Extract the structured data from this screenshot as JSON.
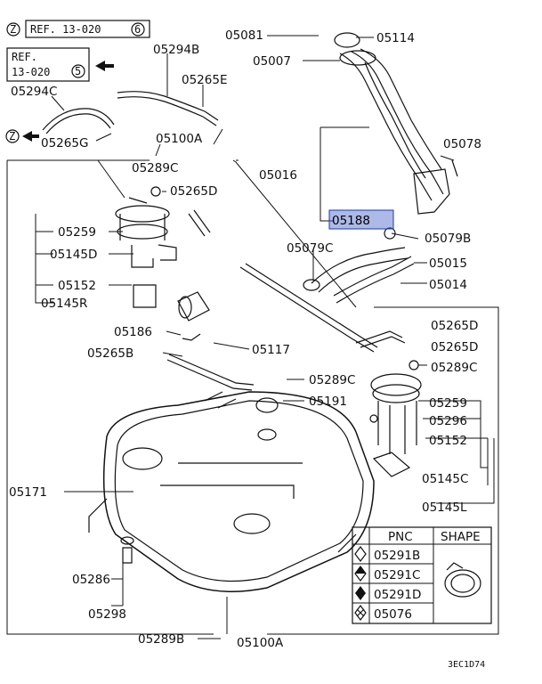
{
  "refs": {
    "z_symbol": "Z",
    "ref_top": {
      "text": "REF. 13-020",
      "num": "6"
    },
    "ref_left": {
      "line1": "REF.",
      "line2": "13-020",
      "num": "5"
    }
  },
  "labels": {
    "l05081": "05081",
    "l05114": "05114",
    "l05007": "05007",
    "l05294B": "05294B",
    "l05294C": "05294C",
    "l05265E": "05265E",
    "l05265G": "05265G",
    "l05100A_top": "05100A",
    "l05078": "05078",
    "l05016": "05016",
    "l05289C_a": "05289C",
    "l05265D_a": "05265D",
    "l05188": "05188",
    "l05079B": "05079B",
    "l05079C": "05079C",
    "l05015": "05015",
    "l05014": "05014",
    "l05259_a": "05259",
    "l05145D": "05145D",
    "l05152_a": "05152",
    "l05145R": "05145R",
    "l05186": "05186",
    "l05117": "05117",
    "l05265B": "05265B",
    "l05265D_b": "05265D",
    "l05265D_c": "05265D",
    "l05289C_b": "05289C",
    "l05289C_c": "05289C",
    "l05191": "05191",
    "l05259_b": "05259",
    "l05296": "05296",
    "l05152_b": "05152",
    "l05145C": "05145C",
    "l05145L": "05145L",
    "l05171": "05171",
    "l05286": "05286",
    "l05298": "05298",
    "l05289B": "05289B",
    "l05100A_bot": "05100A",
    "code": "3EC1D74"
  },
  "legend": {
    "col_pnc": "PNC",
    "col_shape": "SHAPE",
    "rows": [
      {
        "symbol": "hollow-diamond",
        "pnc": "05291B"
      },
      {
        "symbol": "half-diamond",
        "pnc": "05291C"
      },
      {
        "symbol": "solid-diamond",
        "pnc": "05291D"
      },
      {
        "symbol": "cross-diamond",
        "pnc": "05076"
      }
    ]
  },
  "highlight": {
    "part": "05188",
    "color": "#4a64c8"
  }
}
